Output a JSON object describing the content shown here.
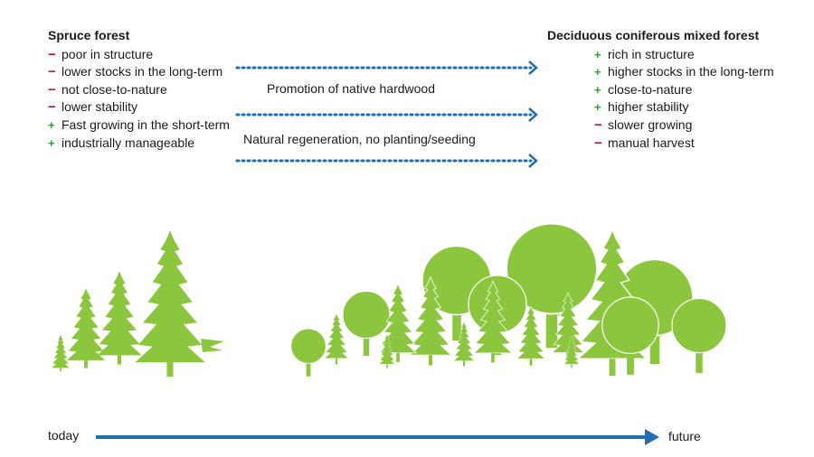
{
  "left_panel": {
    "title": "Spruce forest",
    "items": [
      {
        "sign": "minus",
        "text": "poor in structure"
      },
      {
        "sign": "minus",
        "text": "lower stocks in the long-term"
      },
      {
        "sign": "minus",
        "text": "not close-to-nature"
      },
      {
        "sign": "minus",
        "text": "lower stability"
      },
      {
        "sign": "plus",
        "text": "Fast growing in the short-term"
      },
      {
        "sign": "plus",
        "text": "industrially manageable"
      }
    ]
  },
  "right_panel": {
    "title": "Deciduous coniferous mixed forest",
    "items": [
      {
        "sign": "plus",
        "text": "rich in structure"
      },
      {
        "sign": "plus",
        "text": "higher stocks in the long-term"
      },
      {
        "sign": "plus",
        "text": "close-to-nature"
      },
      {
        "sign": "plus",
        "text": "higher stability"
      },
      {
        "sign": "minus",
        "text": "slower growing"
      },
      {
        "sign": "minus",
        "text": "manual harvest"
      }
    ]
  },
  "measures": [
    "Promotion of native hardwood",
    "Natural regeneration, no planting/seeding"
  ],
  "timeline": {
    "start_label": "today",
    "end_label": "future"
  },
  "colors": {
    "tree_green": "#8cc63f",
    "arrow_blue": "#1f6fb2",
    "minus_red": "#c0144c",
    "plus_green": "#2f9e3b"
  },
  "sign_glyphs": {
    "minus": "−",
    "plus": "+"
  }
}
